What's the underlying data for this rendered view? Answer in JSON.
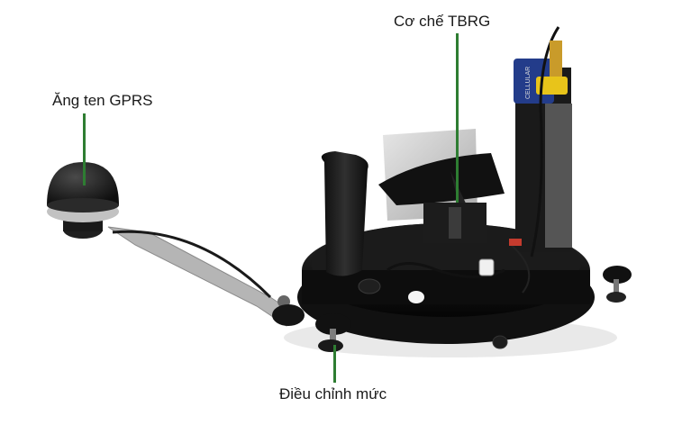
{
  "labels": {
    "tbrg_mechanism": "Cơ chế TBRG",
    "gprs_antenna": "Ăng ten GPRS",
    "level_adjust": "Điều chỉnh mức"
  },
  "device_part_text": {
    "battery_label": "CELLULAR"
  },
  "colors": {
    "leader_line": "#2e7d32",
    "label_text": "#1a1a1a",
    "background": "#ffffff"
  }
}
